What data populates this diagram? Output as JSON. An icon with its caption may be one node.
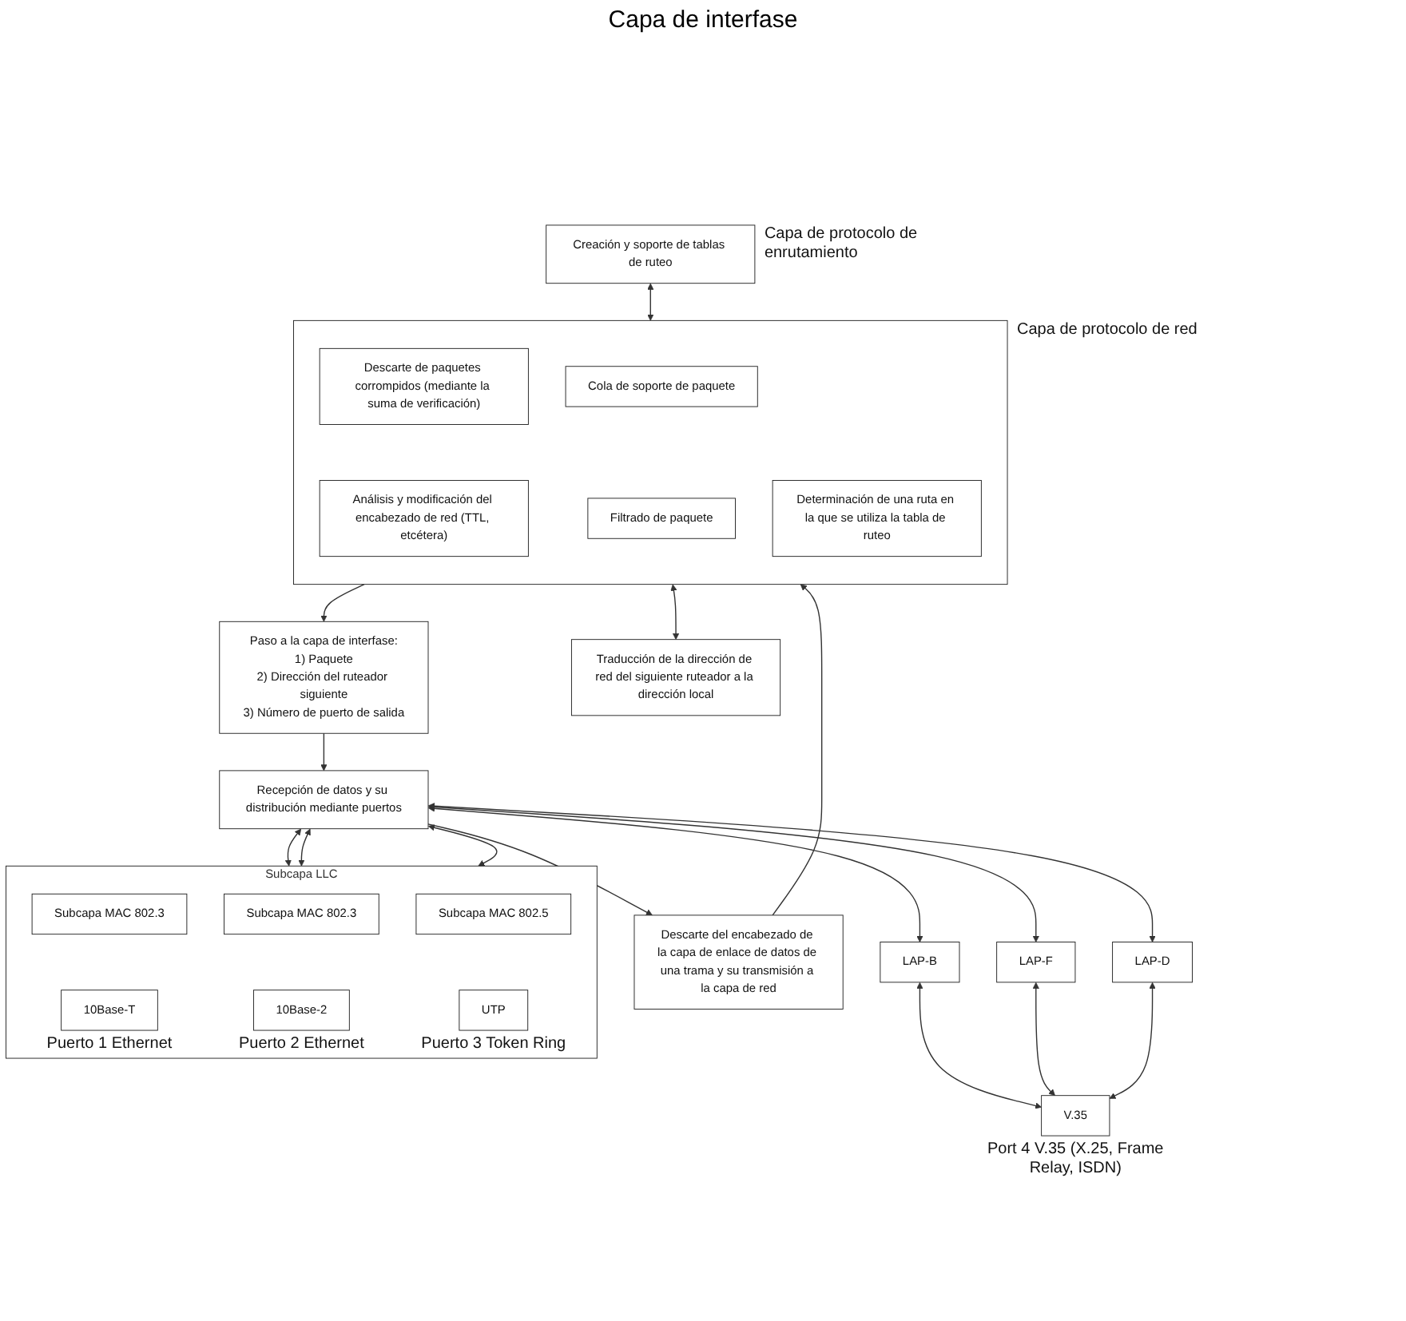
{
  "diagram": {
    "nodes": [
      {
        "text": [
          "Creación y soporte de tablas de ruteo"
        ],
        "beside": [
          "Capa de protocolo de enrutamiento"
        ]
      },
      {
        "text": [],
        "shape": "box",
        "beside": [
          "Capa de protocolo de red"
        ]
      },
      {
        "text": [
          "Descarte de paquetes corrompidos (mediante la suma de verificación)"
        ],
        "in": 1
      },
      {
        "text": [
          "Cola de soporte de paquete"
        ],
        "in": 1
      },
      {
        "text": [
          "Determinación de una ruta en la que se utiliza la tabla de ruteo"
        ],
        "in": 1
      },
      {
        "text": [
          "Análisis y modificación del encabezado de red (TTL, etcétera)"
        ],
        "in": 1
      },
      {
        "text": [
          "Filtrado de paquete"
        ],
        "in": 1
      },
      {
        "text": [
          "Descarte del encabezado de la capa de enlace de datos de una trama y su transmisión a la capa de red"
        ]
      },
      {
        "text": [
          "Paso a la capa de interfase:",
          "1) Paquete",
          "2) Dirección del ruteador siguiente",
          "3) Número de puerto de salida"
        ]
      },
      {
        "text": [
          "Traducción de la dirección de red del siguiente ruteador a la dirección local"
        ]
      },
      {
        "text": [
          "Recepción de datos y su distribución mediante puertos"
        ]
      },
      {
        "text": [
          "Subcapa LLC"
        ]
      },
      {
        "text": [
          "Subcapa MAC 802.3"
        ],
        "in": 11
      },
      {
        "text": [
          "10Base-T"
        ],
        "in": 11,
        "beside": [
          "Puerto 1 Ethernet"
        ]
      },
      {
        "text": [
          "Subcapa MAC 802.3"
        ],
        "in": 11
      },
      {
        "text": [
          "10Base-2"
        ],
        "in": 11,
        "beside": [
          "Puerto 2 Ethernet"
        ]
      },
      {
        "text": [
          "Subcapa MAC 802.5"
        ],
        "in": 11
      },
      {
        "text": [
          "UTP"
        ],
        "in": 11,
        "beside": [
          "Puerto 3 Token Ring"
        ]
      },
      {
        "text": [
          "LAP-B"
        ]
      },
      {
        "text": [
          "LAP-F"
        ]
      },
      {
        "text": [
          "LAP-D"
        ]
      },
      {
        "text": [
          "V.35"
        ],
        "beside": [
          "Port 4 V.35 (X.25, Frame Relay, ISDN)"
        ]
      }
    ],
    "edges": [
      {
        "from": 0,
        "to": 1,
        "arrow": "both"
      },
      {
        "from": 7,
        "to": 1,
        "arrow": "to"
      },
      {
        "from": 1,
        "to": 8,
        "arrow": "to"
      },
      {
        "from": 1,
        "to": 9,
        "arrow": "both"
      },
      {
        "from": 10,
        "to": 7,
        "arrow": "to"
      },
      {
        "from": 8,
        "to": 10,
        "arrow": "to"
      },
      {
        "from": 10,
        "to": 11,
        "arrow": "both"
      },
      {
        "from": 10,
        "to": 11,
        "arrow": "both"
      },
      {
        "from": 10,
        "to": 11,
        "arrow": "both"
      },
      {
        "from": 10,
        "to": 18,
        "arrow": "both"
      },
      {
        "from": 10,
        "to": 19,
        "arrow": "both"
      },
      {
        "from": 10,
        "to": 20,
        "arrow": "both"
      },
      {
        "from": 18,
        "to": 21,
        "arrow": "both"
      },
      {
        "from": 19,
        "to": 21,
        "arrow": "both"
      },
      {
        "from": 20,
        "to": 21,
        "arrow": "both"
      }
    ],
    "labels": [
      "Capa de interfase"
    ]
  }
}
